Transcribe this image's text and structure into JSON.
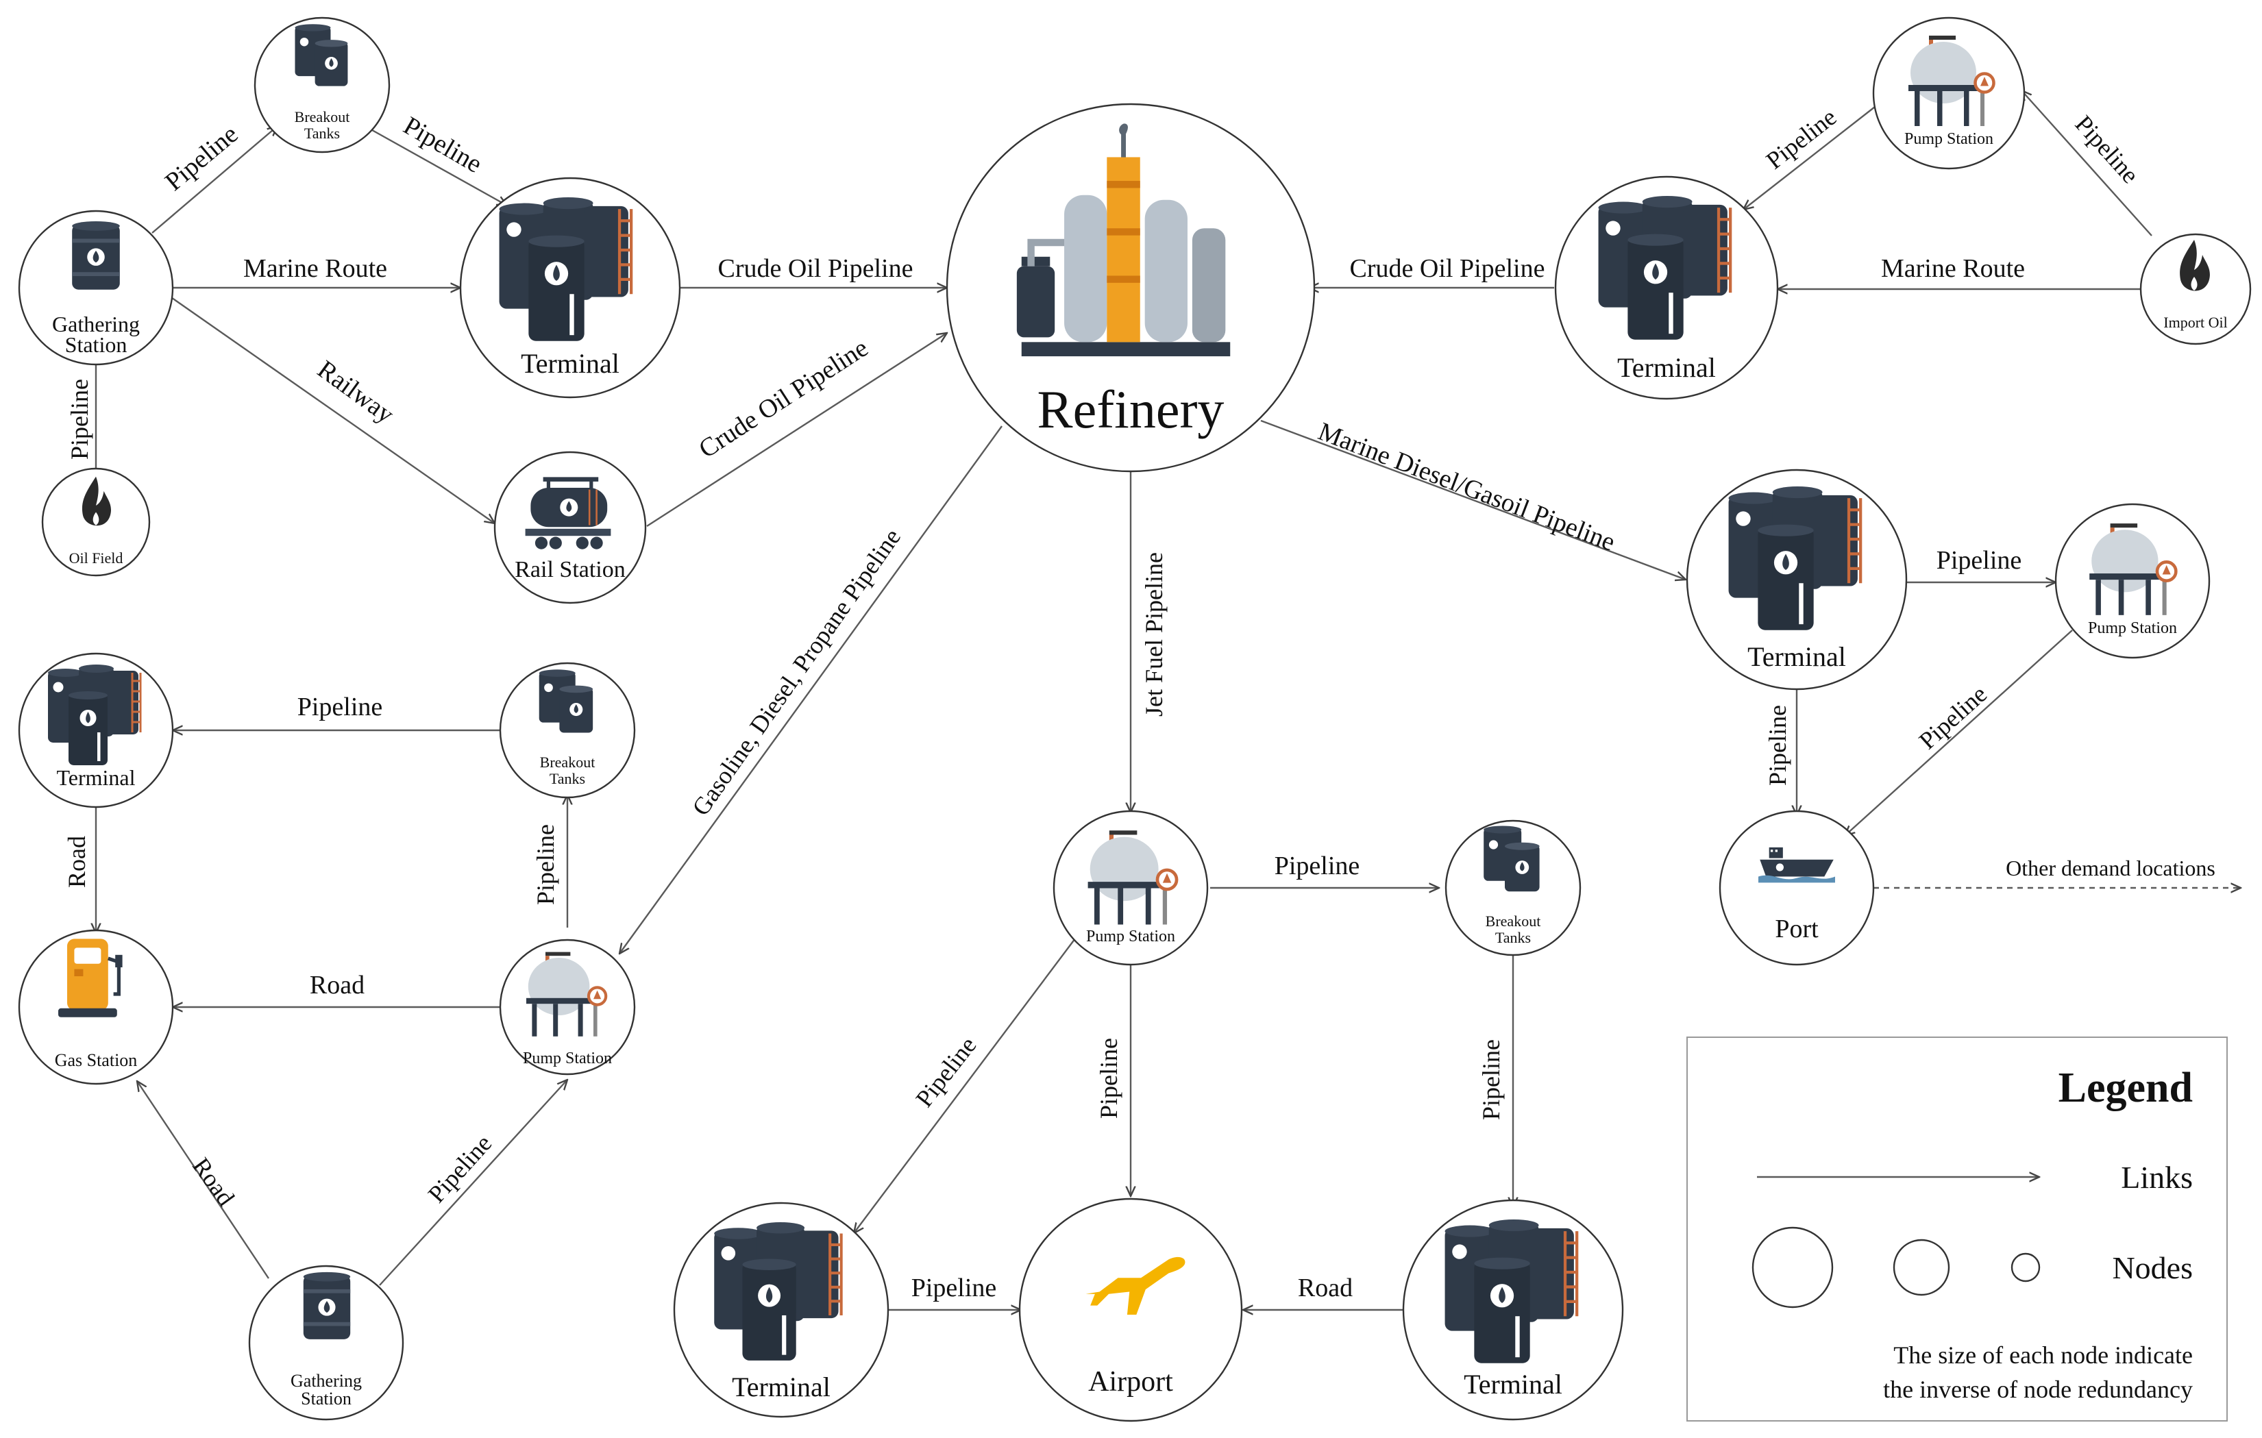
{
  "nodes": {
    "gathering_station_top": "Gathering Station",
    "oil_field": "Oil Field",
    "breakout_tanks_top": "Breakout Tanks",
    "terminal_top_left": "Terminal",
    "rail_station": "Rail Station",
    "refinery": "Refinery",
    "terminal_top_right": "Terminal",
    "pump_station_top_right": "Pump Station",
    "import_oil": "Import Oil",
    "terminal_mid_right": "Terminal",
    "pump_station_mid_right": "Pump Station",
    "port": "Port",
    "terminal_left": "Terminal",
    "breakout_tanks_left": "Breakout Tanks",
    "gas_station": "Gas Station",
    "pump_station_left": "Pump Station",
    "gathering_station_bottom": "Gathering Station",
    "pump_station_center": "Pump Station",
    "breakout_tanks_center": "Breakout Tanks",
    "terminal_bottom_left": "Terminal",
    "airport": "Airport",
    "terminal_bottom_right": "Terminal"
  },
  "edges": {
    "gs_breakout": "Pipeline",
    "breakout_terminal": "Pipeline",
    "gs_terminal": "Marine Route",
    "gs_rail": "Railway",
    "oilfield_gs": "Pipeline",
    "terminal_refinery": "Crude Oil Pipeline",
    "rail_refinery": "Crude Oil Pipeline",
    "tr_refinery": "Crude Oil Pipeline",
    "import_tr": "Marine Route",
    "ps_tr": "Pipeline",
    "import_ps": "Pipeline",
    "refinery_marine": "Marine Diesel/Gasoil Pipeline",
    "terminal_ps_right": "Pipeline",
    "terminal_port": "Pipeline",
    "ps_port": "Pipeline",
    "port_other": "Other demand locations",
    "refinery_jet": "Jet Fuel Pipeline",
    "refinery_gasoline": "Gasoline, Diesel, Propane Pipeline",
    "breakout_terminal_left": "Pipeline",
    "terminal_gas": "Road",
    "ps_breakout_left": "Pipeline",
    "ps_gas": "Road",
    "gs_ps_left": "Pipeline",
    "gs_gas": "Road",
    "ps_breakout_center": "Pipeline",
    "ps_terminal_bl": "Pipeline",
    "ps_airport": "Pipeline",
    "breakout_terminal_br": "Pipeline",
    "terminal_bl_airport": "Pipeline",
    "terminal_br_airport": "Road"
  },
  "legend": {
    "title": "Legend",
    "links": "Links",
    "nodes": "Nodes",
    "note_line1": "The size of each node indicate",
    "note_line2": "the inverse of node redundancy"
  },
  "colors": {
    "tank": "#2f3a48",
    "accent_orange": "#f0a021",
    "plane_yellow": "#f5b400",
    "station_grey": "#cfd6dc"
  }
}
